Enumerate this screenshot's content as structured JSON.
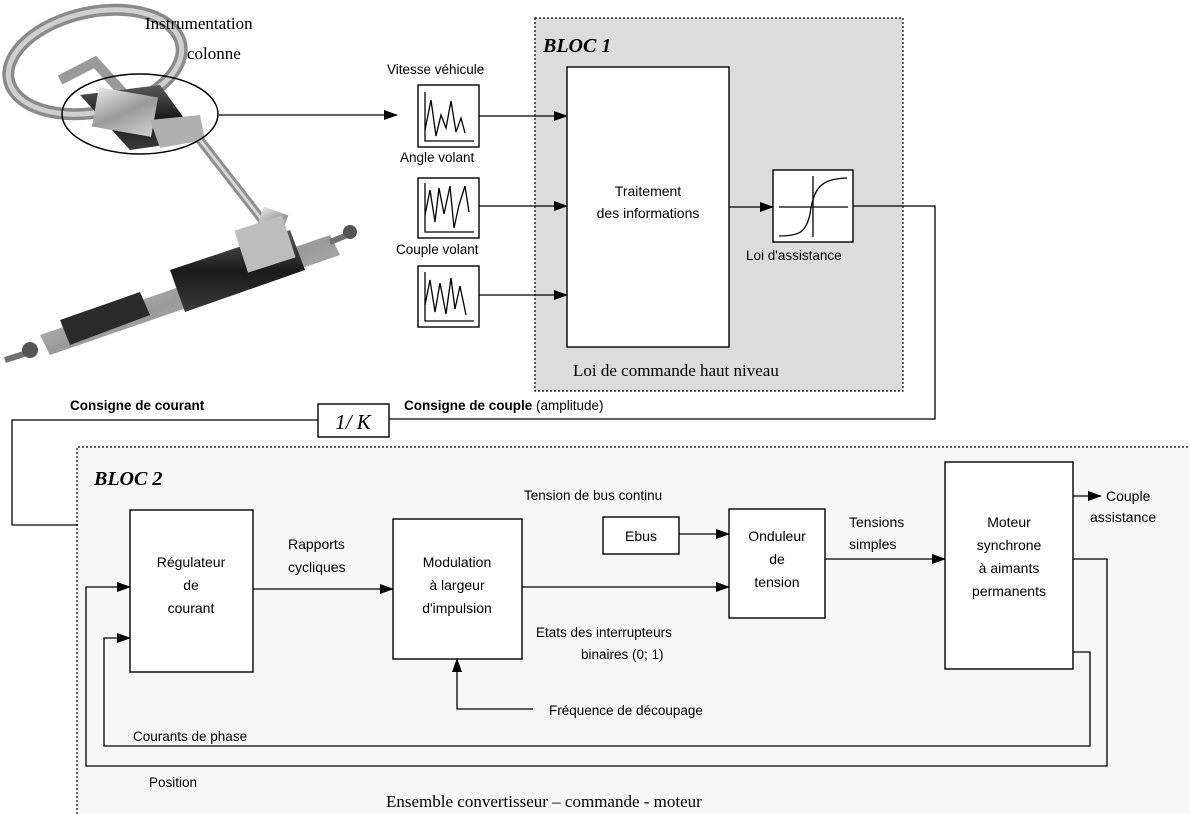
{
  "bloc1": {
    "title": "BLOC 1",
    "caption": "Loi de commande haut niveau",
    "signals": {
      "vitesse": "Vitesse véhicule",
      "angle": "Angle  volant",
      "couple": "Couple  volant"
    },
    "traitement": [
      "Traitement",
      "des informations"
    ],
    "loi": "Loi d'assistance"
  },
  "photo": {
    "label_line1": "Instrumentation",
    "label_line2": "colonne"
  },
  "feedback": {
    "consigne_courant": "Consigne de courant",
    "gain": "1/ K",
    "consigne_couple_bold": "Consigne de couple",
    "consigne_couple_rest": " (amplitude)"
  },
  "bloc2": {
    "title": "BLOC 2",
    "caption": "Ensemble convertisseur – commande - moteur",
    "regulateur": [
      "Régulateur",
      "de",
      "courant"
    ],
    "rapports": [
      "Rapports",
      "cycliques"
    ],
    "modulation": [
      "Modulation",
      "à largeur",
      "d'impulsion"
    ],
    "tension_bus": "Tension de bus  continu",
    "ebus": "Ebus",
    "onduleur": [
      "Onduleur",
      "de",
      "tension"
    ],
    "tensions": [
      "Tensions",
      "simples"
    ],
    "moteur": [
      "Moteur",
      "synchrone",
      "à aimants",
      "permanents"
    ],
    "couple_assistance": [
      "Couple",
      "assistance"
    ],
    "etats": [
      "Etats des interrupteurs",
      "binaires (0; 1)"
    ],
    "frequence": "Fréquence de  découpage",
    "courants": "Courants de phase",
    "position": "Position"
  }
}
